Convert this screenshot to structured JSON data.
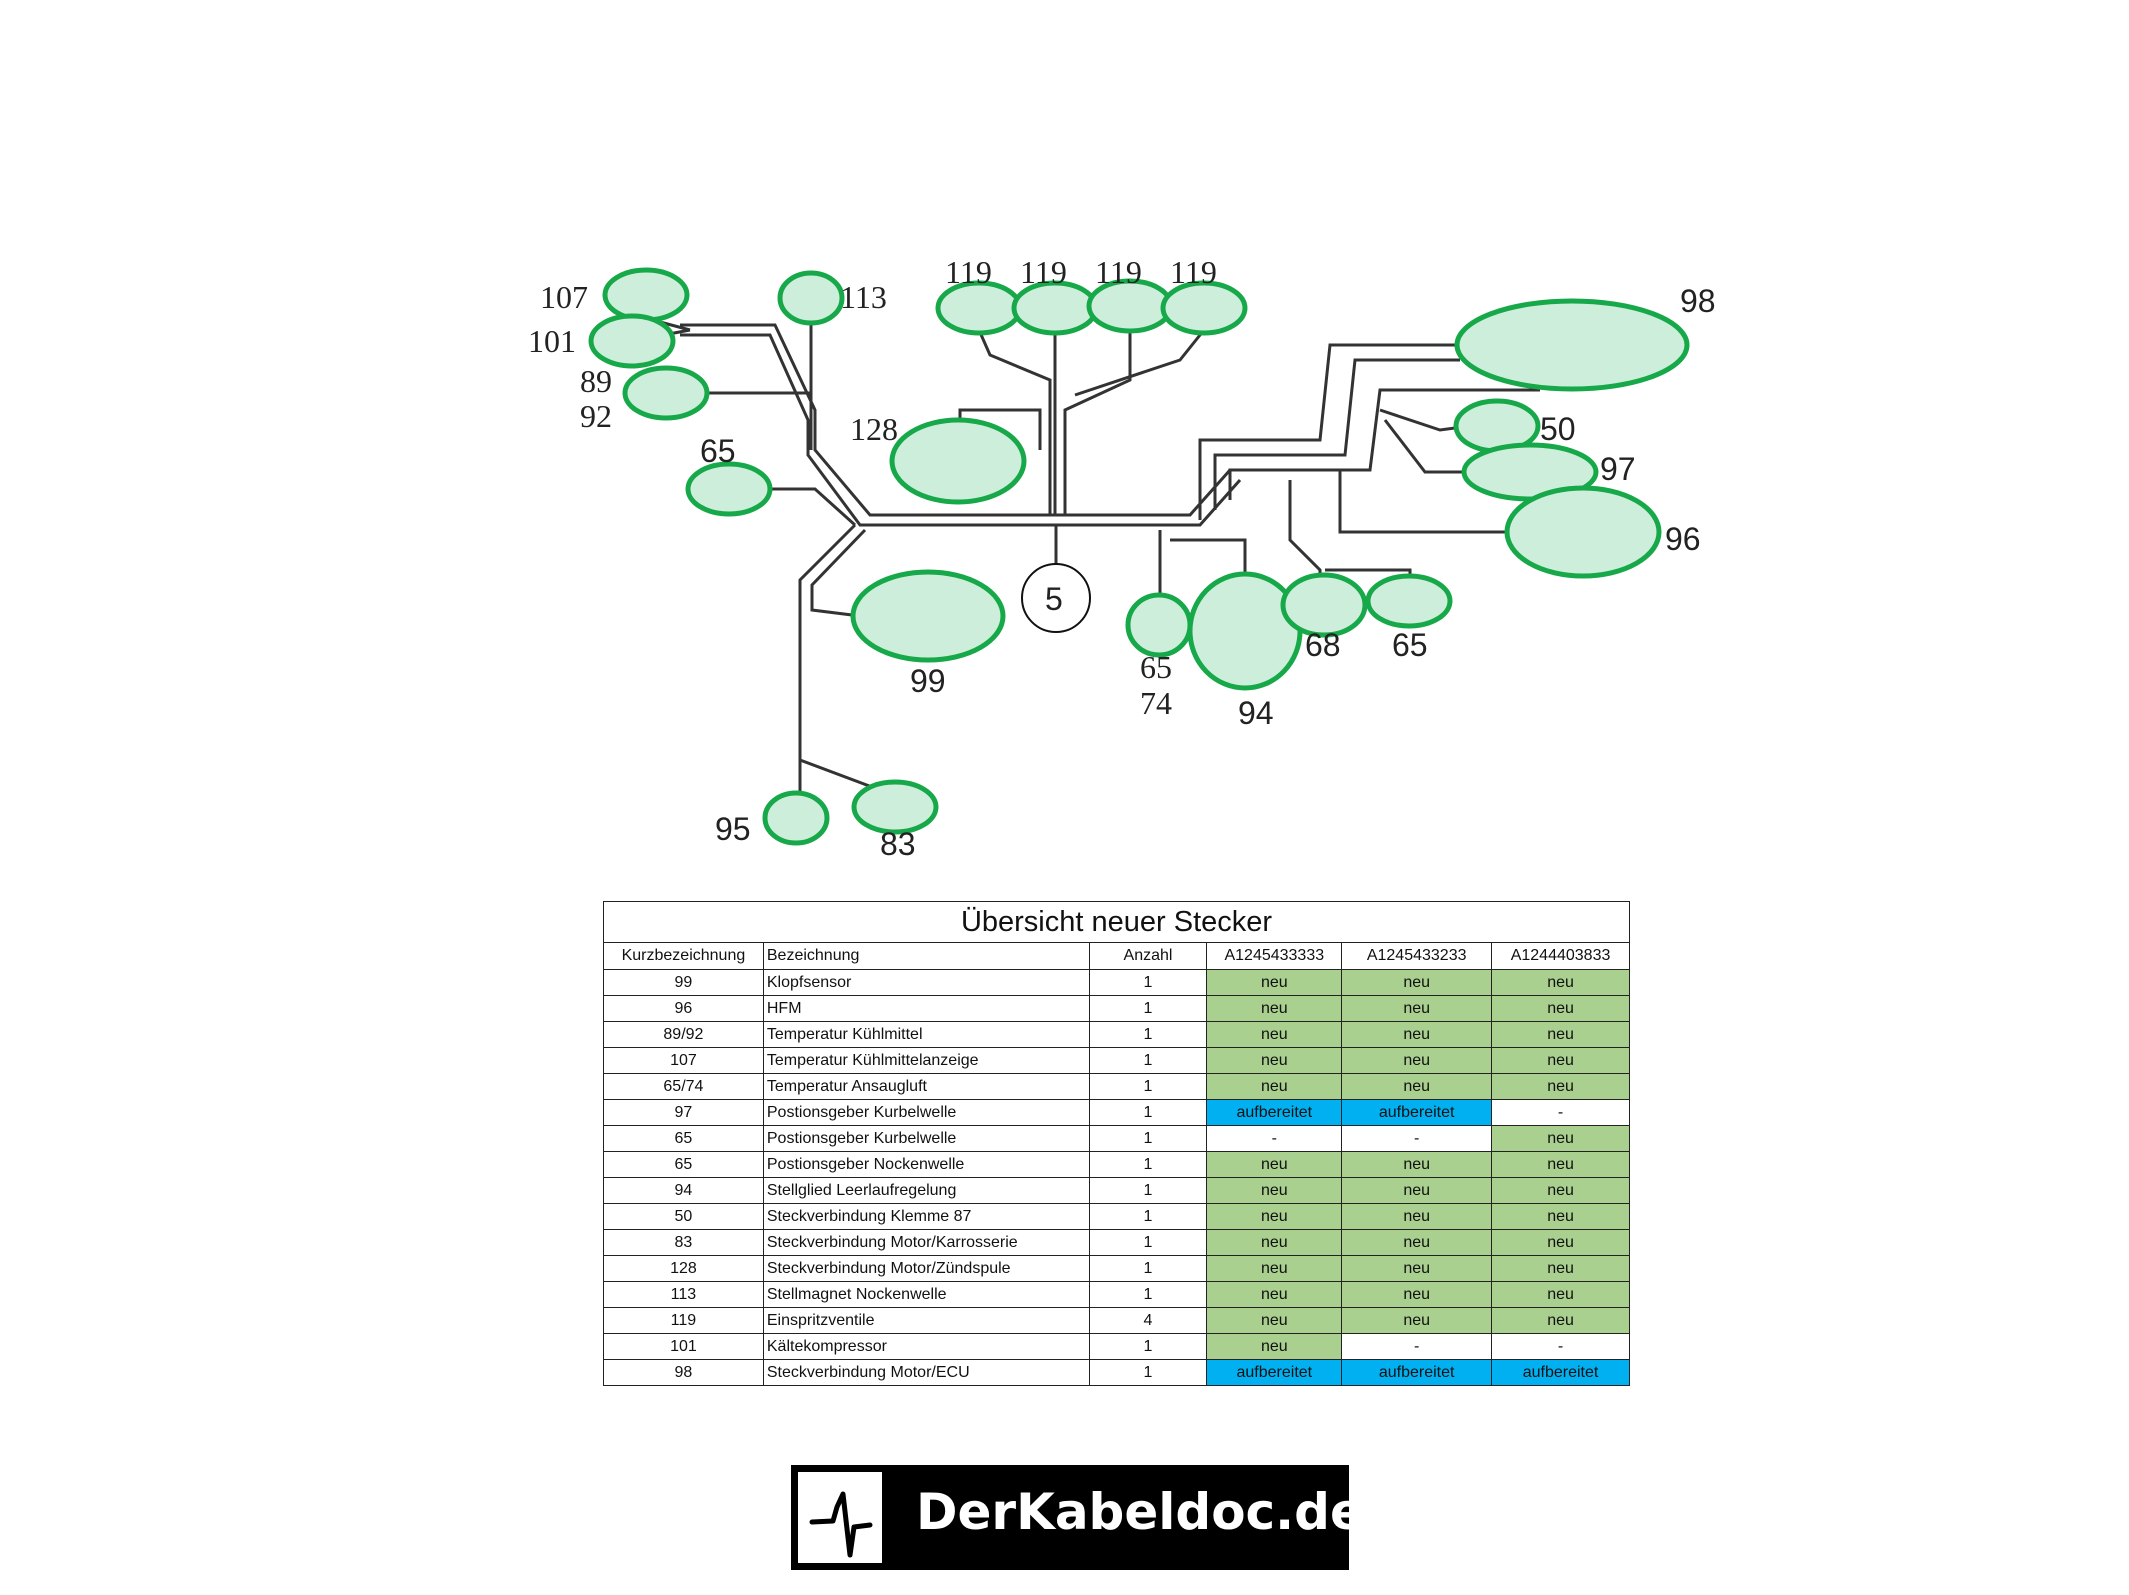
{
  "diagram": {
    "labels": [
      "107",
      "101",
      "89",
      "92",
      "113",
      "119",
      "119",
      "119",
      "119",
      "98",
      "50",
      "97",
      "96",
      "128",
      "65",
      "99",
      "5",
      "65",
      "74",
      "94",
      "68",
      "65",
      "95",
      "83"
    ],
    "highlight_color": "#17a84a",
    "highlight_fill": "#cdeedb"
  },
  "table": {
    "title": "Übersicht neuer Stecker",
    "headers": [
      "Kurzbezeichnung",
      "Bezeichnung",
      "Anzahl",
      "A1245433333",
      "A1245433233",
      "A1244403833"
    ],
    "rows": [
      [
        "99",
        "Klopfsensor",
        "1",
        "neu",
        "neu",
        "neu"
      ],
      [
        "96",
        "HFM",
        "1",
        "neu",
        "neu",
        "neu"
      ],
      [
        "89/92",
        "Temperatur Kühlmittel",
        "1",
        "neu",
        "neu",
        "neu"
      ],
      [
        "107",
        "Temperatur Kühlmittelanzeige",
        "1",
        "neu",
        "neu",
        "neu"
      ],
      [
        "65/74",
        "Temperatur Ansaugluft",
        "1",
        "neu",
        "neu",
        "neu"
      ],
      [
        "97",
        "Postionsgeber Kurbelwelle",
        "1",
        "aufbereitet",
        "aufbereitet",
        "-"
      ],
      [
        "65",
        "Postionsgeber Kurbelwelle",
        "1",
        "-",
        "-",
        "neu"
      ],
      [
        "65",
        "Postionsgeber Nockenwelle",
        "1",
        "neu",
        "neu",
        "neu"
      ],
      [
        "94",
        "Stellglied Leerlaufregelung",
        "1",
        "neu",
        "neu",
        "neu"
      ],
      [
        "50",
        "Steckverbindung Klemme 87",
        "1",
        "neu",
        "neu",
        "neu"
      ],
      [
        "83",
        "Steckverbindung Motor/Karrosserie",
        "1",
        "neu",
        "neu",
        "neu"
      ],
      [
        "128",
        "Steckverbindung Motor/Zündspule",
        "1",
        "neu",
        "neu",
        "neu"
      ],
      [
        "113",
        "Stellmagnet Nockenwelle",
        "1",
        "neu",
        "neu",
        "neu"
      ],
      [
        "119",
        "Einspritzventile",
        "4",
        "neu",
        "neu",
        "neu"
      ],
      [
        "101",
        "Kältekompressor",
        "1",
        "neu",
        "-",
        "-"
      ],
      [
        "98",
        "Steckverbindung Motor/ECU",
        "1",
        "aufbereitet",
        "aufbereitet",
        "aufbereitet"
      ]
    ],
    "status_colors": {
      "neu": "#a9d08e",
      "aufbereitet": "#00b0f0"
    }
  },
  "logo": {
    "brand": "DerKabeldoc.de",
    "icon": "heartbeat-icon"
  }
}
